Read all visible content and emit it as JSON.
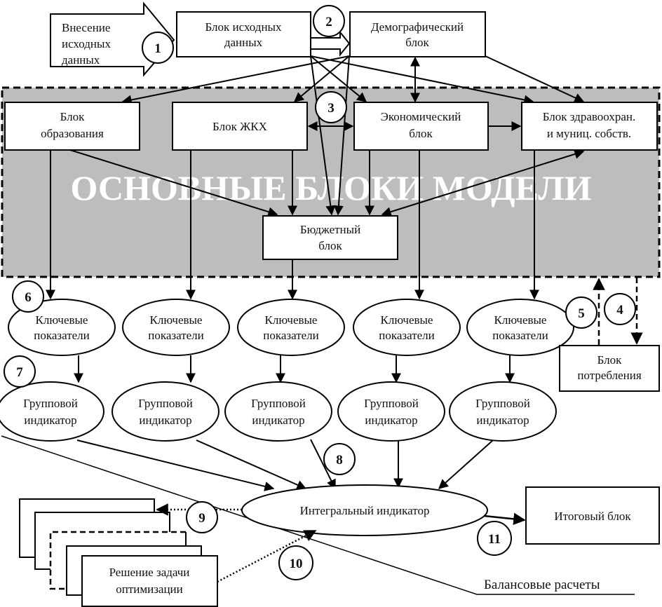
{
  "input_arrow": {
    "line1": "Внесение",
    "line2": "исходных",
    "line3": "данных"
  },
  "blocks": {
    "source": {
      "line1": "Блок исходных",
      "line2": "данных"
    },
    "demographic": {
      "line1": "Демографический",
      "line2": "блок"
    },
    "education": {
      "line1": "Блок",
      "line2": "образования"
    },
    "housing": {
      "line1": "Блок ЖКХ"
    },
    "economic": {
      "line1": "Экономический",
      "line2": "блок"
    },
    "health": {
      "line1": "Блок здравоохран.",
      "line2": "и муниц. собств."
    },
    "budget": {
      "line1": "Бюджетный",
      "line2": "блок"
    },
    "consumption": {
      "line1": "Блок",
      "line2": "потребления"
    },
    "final": {
      "line1": "Итоговый блок"
    },
    "optimization": {
      "line1": "Решение задачи",
      "line2": "оптимизации"
    }
  },
  "region_label": "ОСНОВНЫЕ БЛОКИ МОДЕЛИ",
  "key_indicators": [
    {
      "line1": "Ключевые",
      "line2": "показатели"
    },
    {
      "line1": "Ключевые",
      "line2": "показатели"
    },
    {
      "line1": "Ключевые",
      "line2": "показатели"
    },
    {
      "line1": "Ключевые",
      "line2": "показатели"
    },
    {
      "line1": "Ключевые",
      "line2": "показатели"
    }
  ],
  "group_indicators": [
    {
      "line1": "Групповой",
      "line2": "индикатор"
    },
    {
      "line1": "Групповой",
      "line2": "индикатор"
    },
    {
      "line1": "Групповой",
      "line2": "индикатор"
    },
    {
      "line1": "Групповой",
      "line2": "индикатор"
    },
    {
      "line1": "Групповой",
      "line2": "индикатор"
    }
  ],
  "integral_indicator": "Интегральный индикатор",
  "balance_label": "Балансовые расчеты",
  "step_numbers": {
    "n1": "1",
    "n2": "2",
    "n3": "3",
    "n4": "4",
    "n5": "5",
    "n6": "6",
    "n7": "7",
    "n8": "8",
    "n9": "9",
    "n10": "10",
    "n11": "11"
  },
  "colors": {
    "region_fill": "#bdbdbd",
    "line": "#000000"
  }
}
